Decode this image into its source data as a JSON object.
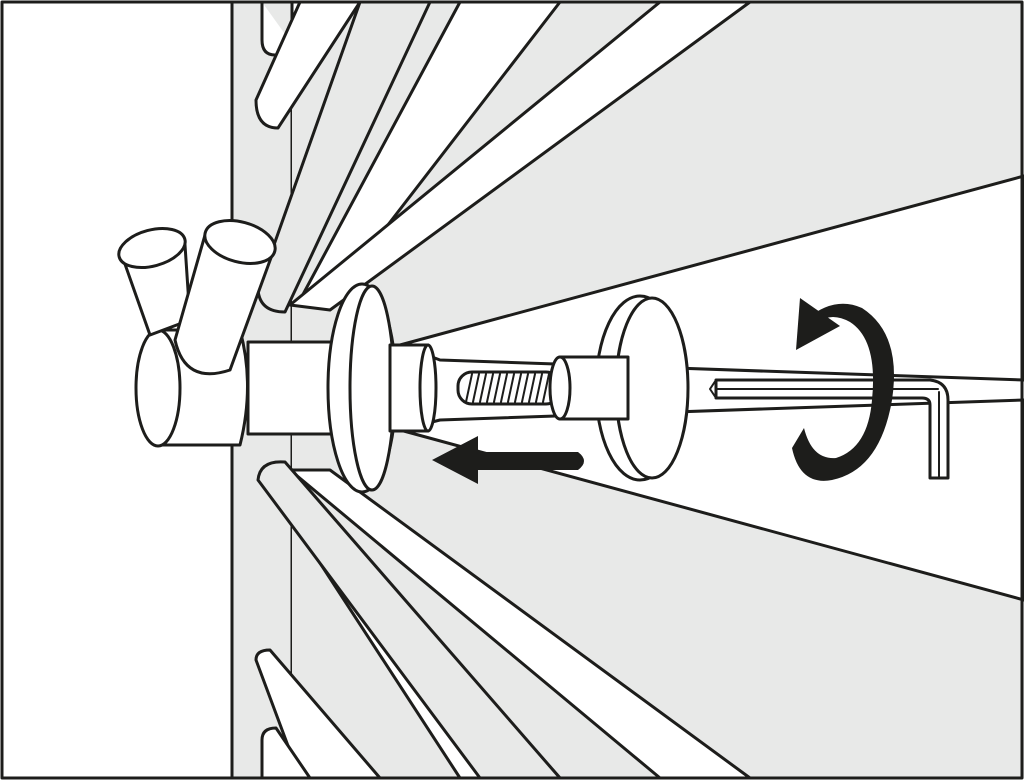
{
  "diagram": {
    "kind": "assembly-instruction",
    "labels": [],
    "colors": {
      "line": "#1d1d1b",
      "shade": "#e8e9e8",
      "light": "#ffffff",
      "arrow": "#1d1d1b"
    },
    "icons": [
      "towel-hook",
      "wall-rosette",
      "threaded-screw",
      "washer",
      "push-arrow-icon",
      "allen-key",
      "rotate-arrow-icon"
    ]
  }
}
